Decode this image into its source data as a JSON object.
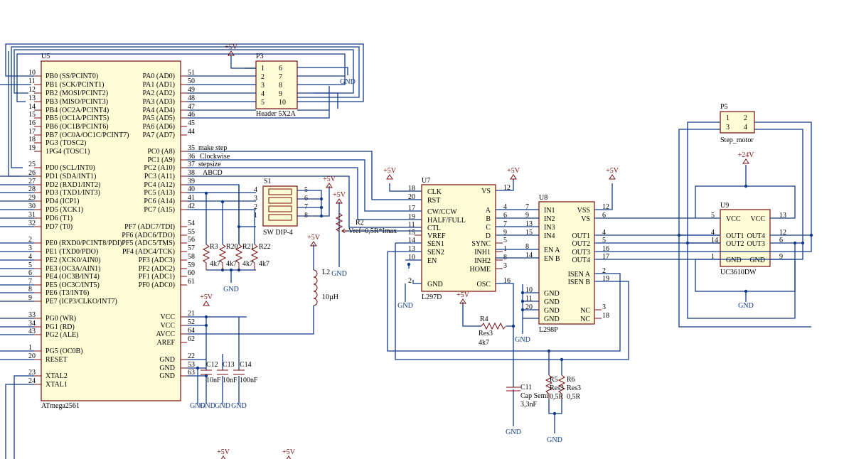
{
  "components": {
    "u5": {
      "ref": "U5",
      "part": "ATmega2561",
      "left_pins": [
        {
          "num": "10",
          "name": "PB0 (SS/PCINT0)"
        },
        {
          "num": "11",
          "name": "PB1 (SCK/PCINT1)"
        },
        {
          "num": "12",
          "name": "PB2 (MOSI/PCINT2)"
        },
        {
          "num": "13",
          "name": "PB3 (MISO/PCINT3)"
        },
        {
          "num": "14",
          "name": "PB4 (OC2A/PCINT4)"
        },
        {
          "num": "15",
          "name": "PB5 (OC1A/PCINT5)"
        },
        {
          "num": "16",
          "name": "PB6 (OC1B/PCINT6)"
        },
        {
          "num": "17",
          "name": "PB7 (OC0A/OC1C/PCINT7)"
        },
        {
          "num": "18",
          "name": "PG3 (TOSC2)"
        },
        {
          "num": "19",
          "name": "1PG4 (TOSC1)"
        },
        {
          "num": "25",
          "name": "PD0 (SCL/INT0)"
        },
        {
          "num": "26",
          "name": "PD1 (SDA/INT1)"
        },
        {
          "num": "27",
          "name": "PD2 (RXD1/INT2)"
        },
        {
          "num": "28",
          "name": "PD3 (TXD1/INT3)"
        },
        {
          "num": "29",
          "name": "PD4 (ICP1)"
        },
        {
          "num": "30",
          "name": "PD5 (XCK1)"
        },
        {
          "num": "31",
          "name": "PD6 (T1)"
        },
        {
          "num": "32",
          "name": "PD7 (T0)"
        },
        {
          "num": "2",
          "name": "PE0 (RXD0/PCINT8/PDI)"
        },
        {
          "num": "3",
          "name": "PE1 (TXD0/PDO)"
        },
        {
          "num": "4",
          "name": "PE2 (XCK0/AIN0)"
        },
        {
          "num": "5",
          "name": "PE3 (OC3A/AIN1)"
        },
        {
          "num": "6",
          "name": "PE4 (OC3B/INT4)"
        },
        {
          "num": "7",
          "name": "PE5 (OC3C/INT5)"
        },
        {
          "num": "8",
          "name": "PE6 (T3/INT6)"
        },
        {
          "num": "9",
          "name": "PE7 (ICP3/CLKO/INT7)"
        },
        {
          "num": "33",
          "name": "PG0 (WR)"
        },
        {
          "num": "34",
          "name": "PG1 (RD)"
        },
        {
          "num": "43",
          "name": "PG2 (ALE)"
        },
        {
          "num": "1",
          "name": "PG5 (OC0B)"
        },
        {
          "num": "20",
          "name": "RESET"
        },
        {
          "num": "23",
          "name": "XTAL2"
        },
        {
          "num": "24",
          "name": "XTAL1"
        }
      ],
      "right_pins": [
        {
          "num": "51",
          "name": "PA0 (AD0)"
        },
        {
          "num": "50",
          "name": "PA1 (AD1)"
        },
        {
          "num": "49",
          "name": "PA2 (AD2)"
        },
        {
          "num": "48",
          "name": "PA3 (AD3)"
        },
        {
          "num": "47",
          "name": "PA4 (AD4)"
        },
        {
          "num": "46",
          "name": "PA5 (AD5)"
        },
        {
          "num": "45",
          "name": "PA6 (AD6)"
        },
        {
          "num": "44",
          "name": "PA7 (AD7)"
        },
        {
          "num": "35",
          "name": "PC0 (A8)"
        },
        {
          "num": "36",
          "name": "PC1 (A9)"
        },
        {
          "num": "37",
          "name": "PC2 (A10)"
        },
        {
          "num": "38",
          "name": "PC3 (A11)"
        },
        {
          "num": "39",
          "name": "PC4 (A12)"
        },
        {
          "num": "40",
          "name": "PC5 (A13)"
        },
        {
          "num": "41",
          "name": "PC6 (A14)"
        },
        {
          "num": "42",
          "name": "PC7 (A15)"
        },
        {
          "num": "54",
          "name": "PF7 (ADC7/TDI)"
        },
        {
          "num": "55",
          "name": "PF6 (ADC6/TDO)"
        },
        {
          "num": "56",
          "name": "PF5 (ADC5/TMS)"
        },
        {
          "num": "57",
          "name": "PF4 (ADC4/TCK)"
        },
        {
          "num": "58",
          "name": "PF3 (ADC3)"
        },
        {
          "num": "59",
          "name": "PF2 (ADC2)"
        },
        {
          "num": "60",
          "name": "PF1 (ADC1)"
        },
        {
          "num": "61",
          "name": "PF0 (ADC0)"
        },
        {
          "num": "21",
          "name": "VCC"
        },
        {
          "num": "52",
          "name": "VCC"
        },
        {
          "num": "64",
          "name": "AVCC"
        },
        {
          "num": "62",
          "name": "AREF"
        },
        {
          "num": "22",
          "name": "GND"
        },
        {
          "num": "53",
          "name": "GND"
        },
        {
          "num": "63",
          "name": "GND"
        }
      ]
    },
    "p3": {
      "ref": "P3",
      "part": "Header 5X2A",
      "left": [
        "1",
        "2",
        "3",
        "4",
        "5"
      ],
      "right": [
        "6",
        "7",
        "8",
        "9",
        "10"
      ]
    },
    "s1": {
      "ref": "S1",
      "part": "SW DIP-4",
      "left": [
        "4",
        "3",
        "2",
        "1"
      ],
      "right": [
        "5",
        "6",
        "7",
        "8"
      ]
    },
    "u7": {
      "ref": "U7",
      "part": "L297D",
      "left_pins": [
        {
          "num": "18",
          "name": "CLK"
        },
        {
          "num": "20",
          "name": "RST"
        },
        {
          "num": "17",
          "name": "CW/CCW"
        },
        {
          "num": "19",
          "name": "HALF/FULL"
        },
        {
          "num": "11",
          "name": "CTL"
        },
        {
          "num": "15",
          "name": "VREF"
        },
        {
          "num": "14",
          "name": "SEN1"
        },
        {
          "num": "13",
          "name": "SEN2"
        },
        {
          "num": "10",
          "name": "EN"
        },
        {
          "num": "2",
          "name": "GND"
        }
      ],
      "right_pins": [
        {
          "num": "12",
          "name": "VS"
        },
        {
          "num": "4",
          "name": "A"
        },
        {
          "num": "6",
          "name": "B"
        },
        {
          "num": "7",
          "name": "C"
        },
        {
          "num": "9",
          "name": "D"
        },
        {
          "num": "5",
          "name": "SYNC"
        },
        {
          "num": "1",
          "name": "INH1"
        },
        {
          "num": "8",
          "name": "INH2"
        },
        {
          "num": "3",
          "name": "HOME"
        },
        {
          "num": "16",
          "name": "OSC"
        }
      ]
    },
    "u8": {
      "ref": "U8",
      "part": "L298P",
      "left_pins": [
        {
          "num": "7",
          "name": "IN1"
        },
        {
          "num": "9",
          "name": "IN2"
        },
        {
          "num": "13",
          "name": "IN3"
        },
        {
          "num": "15",
          "name": "IN4"
        },
        {
          "num": "8",
          "name": "EN A"
        },
        {
          "num": "14",
          "name": "EN B"
        },
        {
          "num": "10",
          "name": "GND"
        },
        {
          "num": "11",
          "name": "GND"
        },
        {
          "num": "20",
          "name": "GND"
        },
        {
          "num": "",
          "name": "GND"
        }
      ],
      "right_pins": [
        {
          "num": "12",
          "name": "VSS"
        },
        {
          "num": "6",
          "name": "VS"
        },
        {
          "num": "4",
          "name": "OUT1"
        },
        {
          "num": "5",
          "name": "OUT2"
        },
        {
          "num": "16",
          "name": "OUT3"
        },
        {
          "num": "17",
          "name": "OUT4"
        },
        {
          "num": "2",
          "name": "ISEN A"
        },
        {
          "num": "19",
          "name": "ISEN B"
        },
        {
          "num": "3",
          "name": "NC"
        },
        {
          "num": "18",
          "name": "NC"
        }
      ]
    },
    "u9": {
      "ref": "U9",
      "part": "UC3610DW",
      "rows": [
        {
          "ln": "5",
          "l": "VCC",
          "r": "VCC",
          "rn": "13"
        },
        {
          "ln": "4",
          "l": "OUT1",
          "r": "OUT4",
          "rn": "12"
        },
        {
          "ln": "14",
          "l": "OUT2",
          "r": "OUT3",
          "rn": "6"
        },
        {
          "ln": "1",
          "l": "GND",
          "r": "GND",
          "rn": "9"
        }
      ]
    },
    "p5": {
      "ref": "P5",
      "part": "Step_motor",
      "pins": [
        "1",
        "2",
        "3",
        "4"
      ]
    }
  },
  "passives": {
    "r_pull": [
      {
        "ref": "R3",
        "value": "4k7"
      },
      {
        "ref": "R20",
        "value": "4k7"
      },
      {
        "ref": "R21",
        "value": "4k7"
      },
      {
        "ref": "R22",
        "value": "4k7"
      }
    ],
    "caps": [
      {
        "ref": "C12",
        "value": "10nF"
      },
      {
        "ref": "C13",
        "value": "10nF"
      },
      {
        "ref": "C14",
        "value": "100nF"
      }
    ],
    "l2": {
      "ref": "L2",
      "value": "10µH"
    },
    "r2": {
      "ref": "R2",
      "value": "Vref=0,5R*Imax"
    },
    "r4": {
      "ref": "R4",
      "part": "Res3",
      "value": "4k7"
    },
    "c11": {
      "ref": "C11",
      "part": "Cap Semi",
      "value": "3,3nF"
    },
    "r5": {
      "ref": "R5",
      "part": "Res3",
      "value": "0,5R"
    },
    "r6": {
      "ref": "R6",
      "part": "Res3",
      "value": "0,5R"
    }
  },
  "nets": {
    "make_step": "make step",
    "clockwise": "Clockwise",
    "stepsize": "stepsize",
    "abcd": "ABCD",
    "p5v": "+5V",
    "p24v": "+24V",
    "gnd": "GND"
  },
  "colors": {
    "wire": "#123b8a",
    "component": "#7a0e0e",
    "body": "#fffcd6"
  }
}
